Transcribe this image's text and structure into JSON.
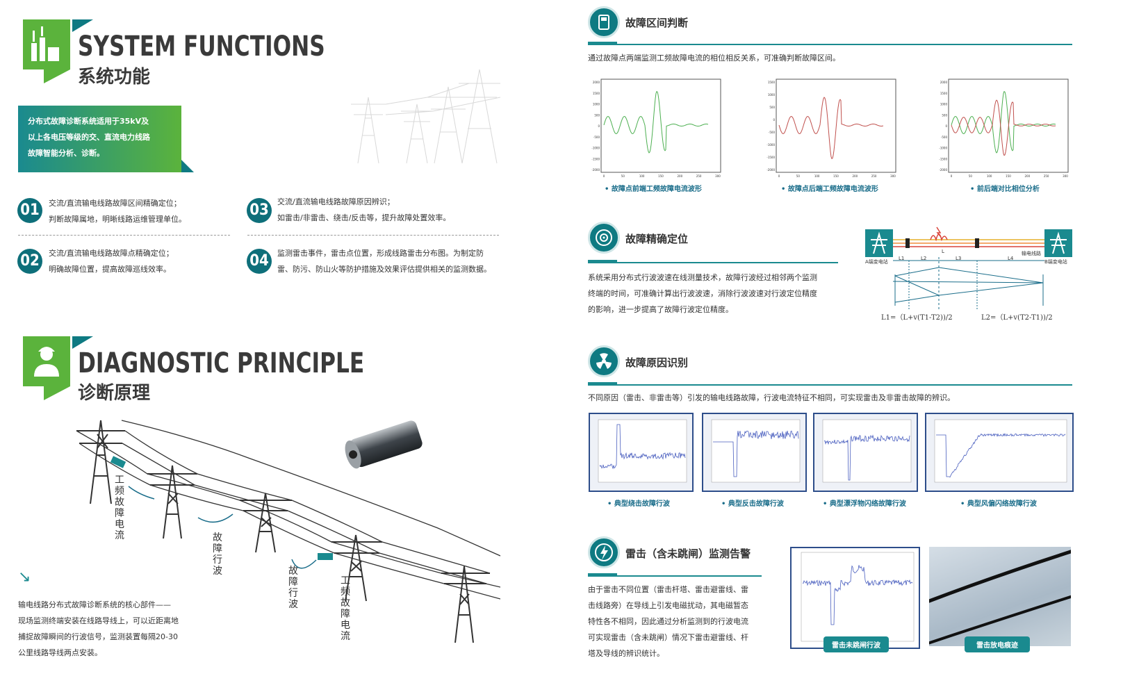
{
  "system_functions": {
    "title_en": "SYSTEM FUNCTIONS",
    "title_cn": "系统功能",
    "intro_lines": [
      "分布式故障诊断系统适用于35kV及",
      "以上各电压等级的交、直流电力线路",
      "故障智能分析、诊断。"
    ],
    "items": [
      {
        "num": "01",
        "line1": "交流/直流输电线路故障区间精确定位；",
        "line2": "判断故障属地，明晰线路运维管理单位。"
      },
      {
        "num": "02",
        "line1": "交流/直流输电线路故障点精确定位；",
        "line2": "明确故障位置，提高故障巡线效率。"
      },
      {
        "num": "03",
        "line1": "交流/直流输电线路故障原因辨识；",
        "line2": "如雷击/非雷击、绕击/反击等，提升故障处置效率。"
      },
      {
        "num": "04",
        "line1": "监测雷击事件，雷击点位置，形成线路雷击分布图。为制定防",
        "line2": "雷、防污、防山火等防护措施及效果评估提供相关的监测数据。"
      }
    ]
  },
  "diagnostic_principle": {
    "title_en": "DIAGNOSTIC PRINCIPLE",
    "title_cn": "诊断原理",
    "labels": {
      "power_freq_1": "工频故障电流",
      "traveling_1": "故障行波",
      "traveling_2": "故障行波",
      "power_freq_2": "工频故障电流"
    },
    "arrow": "↘",
    "desc_lines": [
      "输电线路分布式故障诊断系统的核心部件——",
      "现场监测终端安装在线路导线上，可以近距离地",
      "捕捉故障瞬间的行波信号，监测装置每隔20-30",
      "公里线路导线两点安装。"
    ]
  },
  "sections": {
    "interval": {
      "title": "故障区间判断",
      "desc": "通过故障点两端监测工频故障电流的相位相反关系，可准确判断故障区间。",
      "charts": [
        {
          "caption": "• 故障点前端工频故障电流波形",
          "y_ticks": [
            "2000",
            "1500",
            "1000",
            "500",
            "0",
            "-500",
            "-1000",
            "-1500",
            "-2000"
          ],
          "x_ticks": [
            "0",
            "50",
            "100",
            "150",
            "200",
            "250",
            "300"
          ]
        },
        {
          "caption": "• 故障点后端工频故障电流波形",
          "y_ticks": [
            "1500",
            "1000",
            "500",
            "0",
            "-500",
            "-1000",
            "-1500",
            "-2000"
          ],
          "x_ticks": [
            "0",
            "50",
            "100",
            "150",
            "200",
            "250",
            "300"
          ]
        },
        {
          "caption": "• 前后端对比相位分析",
          "y_ticks": [
            "2000",
            "1500",
            "1000",
            "500",
            "0",
            "-500",
            "-1000",
            "-1500",
            "-2000"
          ],
          "x_ticks": [
            "0",
            "50",
            "100",
            "150",
            "200",
            "250",
            "300"
          ]
        }
      ]
    },
    "location": {
      "title": "故障精确定位",
      "desc_lines": [
        "系统采用分布式行波波速在线测量技术，故障行波经过相邻两个监测",
        "终端的时间，可准确计算出行波波速，消除行波波速对行波定位精度",
        "的影响，进一步提高了故障行波定位精度。"
      ],
      "diagram": {
        "station_a": "A端变电站",
        "station_b": "B端变电站",
        "line_label": "输电线路",
        "seg_labels": [
          "L1",
          "L2",
          "L",
          "L3",
          "L4"
        ],
        "formula1": "L1=（L+v(T1-T2))/2",
        "formula2": "L2=（L+v(T2-T1))/2"
      }
    },
    "cause": {
      "title": "故障原因识别",
      "desc": "不同原因（雷击、非雷击等）引发的输电线路故障，行波电流特征不相同，可实现雷击及非雷击故障的辨识。",
      "captions": [
        "• 典型绕击故障行波",
        "• 典型反击故障行波",
        "• 典型漂浮物闪络故障行波",
        "• 典型风偏闪络故障行波"
      ]
    },
    "lightning": {
      "title": "雷击（含未跳闸）监测告警",
      "desc_lines": [
        "由于雷击不同位置（雷击杆塔、雷击避雷线、雷",
        "击线路旁）在导线上引发电磁扰动，其电磁暂态",
        "特性各不相同，因此通过分析监测到的行波电流",
        "可实现雷击（含未跳闸）情况下雷击避雷线、杆",
        "塔及导线的辨识统计。"
      ],
      "badges": [
        "雷击未跳闸行波",
        "雷击放电痕迹"
      ]
    }
  },
  "colors": {
    "green": "#5bb33c",
    "teal": "#0e7a82",
    "teal_dark": "#0e6f7a",
    "red_wave": "#c0504d",
    "green_wave": "#4caf50"
  }
}
